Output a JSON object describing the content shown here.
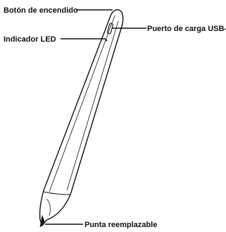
{
  "labels": {
    "power_button": "Botón de encendido",
    "led_indicator": "Indicador LED",
    "usb_c_port": "Puerto de carga USB-C",
    "replaceable_tip": "Punta reemplazable"
  },
  "colors": {
    "ink": "#111111",
    "background": "#ffffff"
  }
}
